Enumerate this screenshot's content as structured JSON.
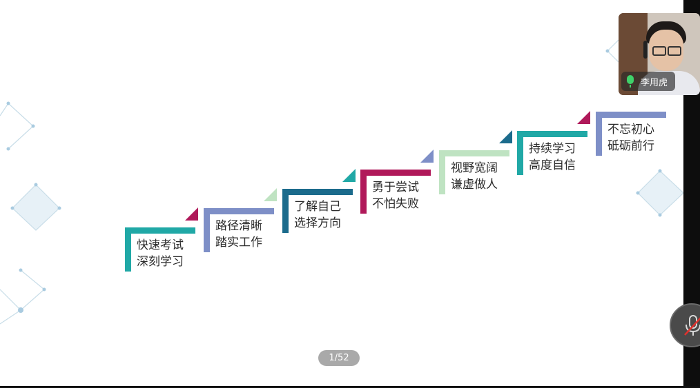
{
  "steps": [
    {
      "line1": "快速考试",
      "line2": "深刻学习",
      "color": "#20a8a6",
      "accent": "#b0195a"
    },
    {
      "line1": "路径清晰",
      "line2": "踏实工作",
      "color": "#7e8fc7",
      "accent": "#bfe3c2"
    },
    {
      "line1": "了解自己",
      "line2": "选择方向",
      "color": "#1b6b8c",
      "accent": "#20a8a6"
    },
    {
      "line1": "勇于尝试",
      "line2": "不怕失败",
      "color": "#b0195a",
      "accent": "#7e8fc7"
    },
    {
      "line1": "视野宽阔",
      "line2": "谦虚做人",
      "color": "#bfe3c2",
      "accent": "#1b6b8c"
    },
    {
      "line1": "持续学习",
      "line2": "高度自信",
      "color": "#20a8a6",
      "accent": "#b0195a"
    },
    {
      "line1": "不忘初心",
      "line2": "砥砺前行",
      "color": "#7e8fc7",
      "accent": ""
    }
  ],
  "participant": {
    "name": "李用虎",
    "mic_icon": "microphone-icon"
  },
  "page_indicator": "1/52",
  "mute_icon": "microphone-muted-icon"
}
